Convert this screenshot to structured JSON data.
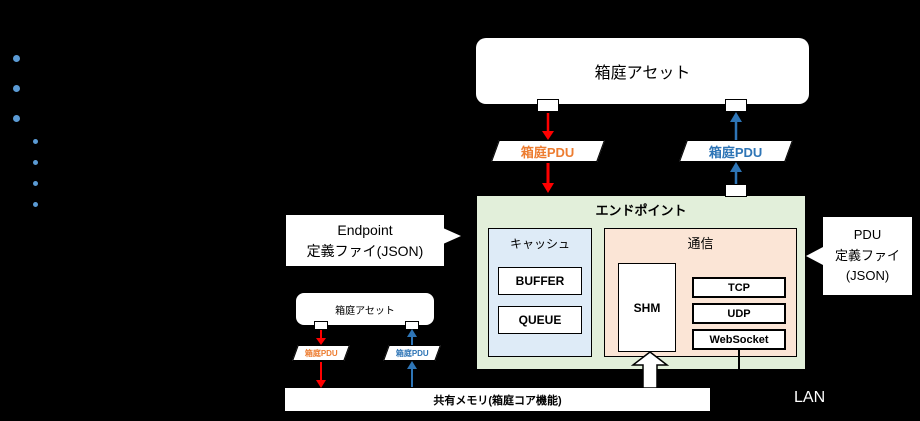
{
  "colors": {
    "background": "#000000",
    "red_arrow": "#FF0000",
    "blue_arrow": "#2E75B6",
    "orange_text": "#ED7D31",
    "blue_text": "#2E75B6",
    "endpoint_fill": "#E2EFDA",
    "cache_fill": "#DEEBF7",
    "comm_fill": "#FBE5D6",
    "bullet_blue": "#5B9BD5"
  },
  "top_asset": {
    "label": "箱庭アセット"
  },
  "pdu_flow": {
    "send_label": "箱庭PDU",
    "recv_label": "箱庭PDU"
  },
  "endpoint": {
    "title": "エンドポイント",
    "cache": {
      "title": "キャッシュ",
      "items": [
        "BUFFER",
        "QUEUE"
      ]
    },
    "comm": {
      "title": "通信",
      "shm_label": "SHM",
      "protocols": [
        "TCP",
        "UDP",
        "WebSocket"
      ]
    }
  },
  "callouts": {
    "endpoint_def": {
      "lines": [
        "Endpoint",
        "定義ファイ(JSON)"
      ]
    },
    "pdu_def": {
      "lines": [
        "PDU",
        "定義ファイ",
        "(JSON)"
      ]
    }
  },
  "core": {
    "asset_label": "箱庭アセット",
    "pdu_send_label": "箱庭PDU",
    "pdu_recv_label": "箱庭PDU",
    "shared_memory_label": "共有メモリ(箱庭コア機能)"
  },
  "lan_label": "LAN"
}
